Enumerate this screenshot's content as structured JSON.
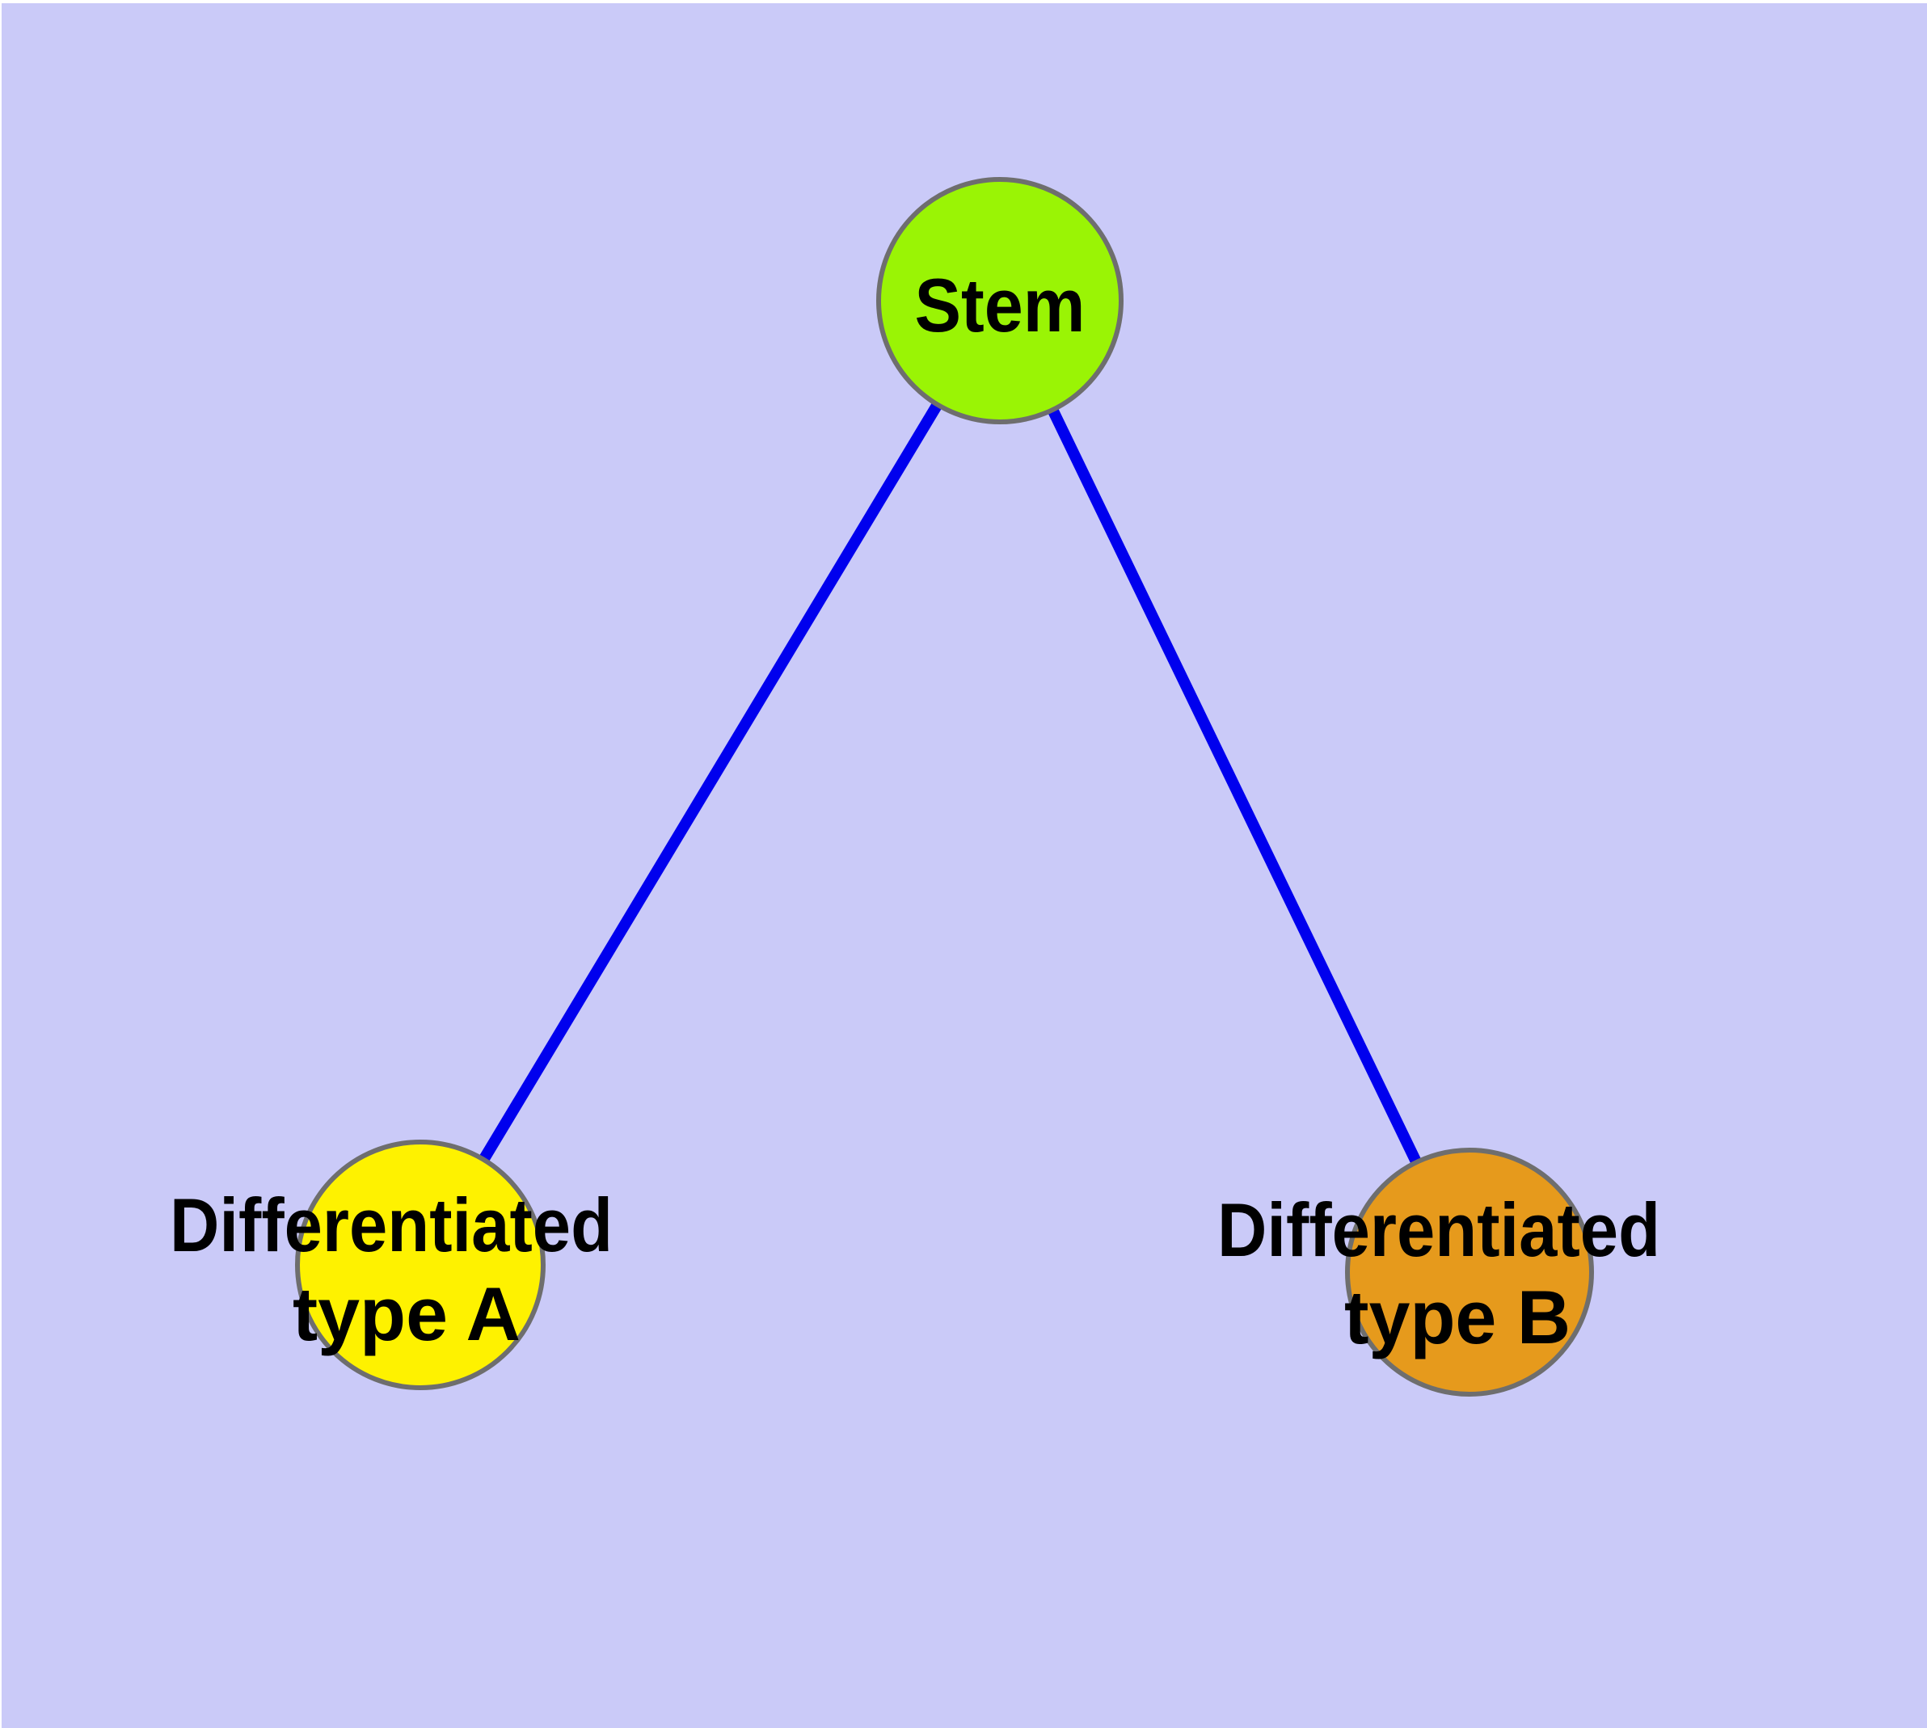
{
  "canvas": {
    "margin_color": "#ffffff",
    "background_color": "#cacaf8"
  },
  "graph": {
    "edge_color": "#0000ee",
    "node_border_color": "#6e6e6e",
    "label_color": "#000000",
    "nodes": [
      {
        "id": "stem",
        "label_lines": [
          "Stem"
        ],
        "fill_color": "#9af405"
      },
      {
        "id": "differentiated-type-a",
        "label_lines": [
          "Differentiated",
          "type A"
        ],
        "fill_color": "#fef200"
      },
      {
        "id": "differentiated-type-b",
        "label_lines": [
          "Differentiated",
          "type B"
        ],
        "fill_color": "#e69a1c"
      }
    ],
    "edges": [
      {
        "from": "Stem",
        "to": "Differentiated type A"
      },
      {
        "from": "Stem",
        "to": "Differentiated type B"
      }
    ]
  }
}
